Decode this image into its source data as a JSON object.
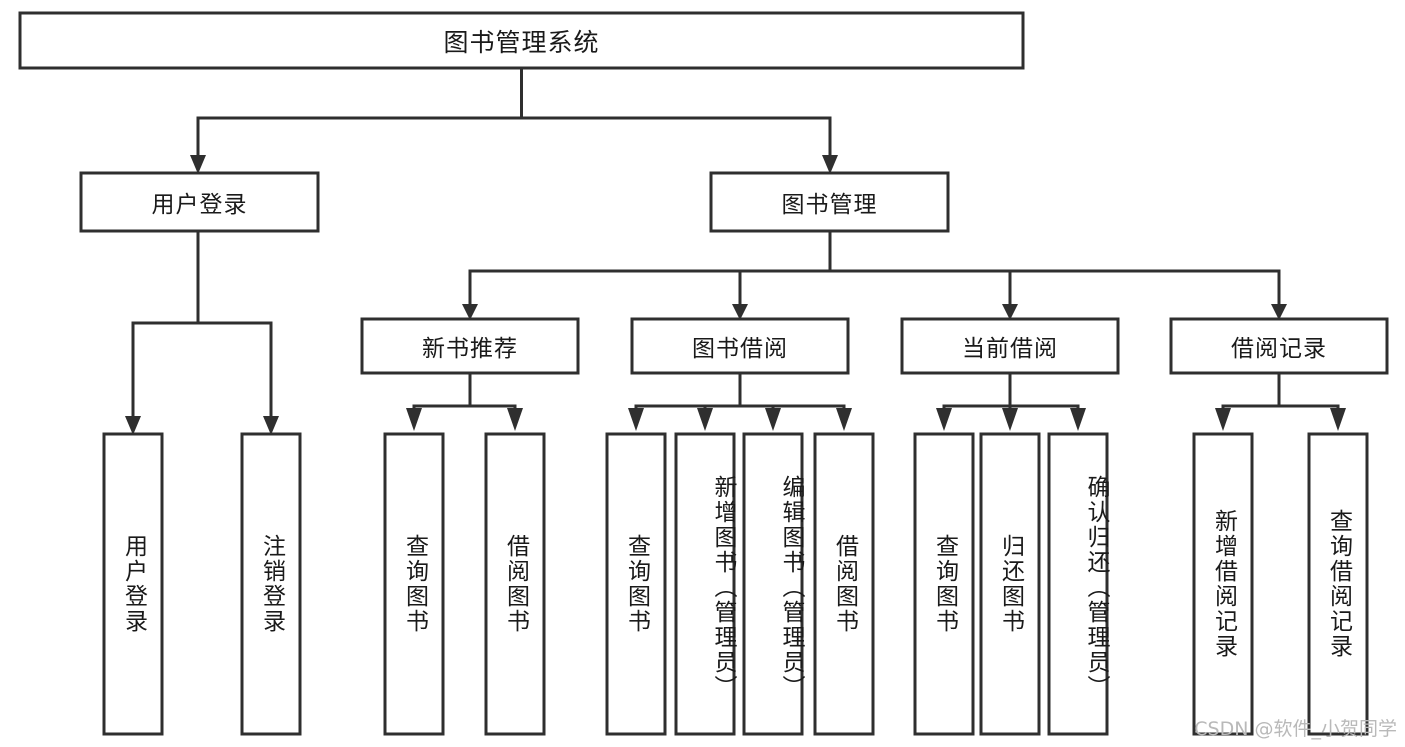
{
  "diagram": {
    "type": "hierarchy-tree",
    "title": "图书管理系统",
    "watermark": "CSDN @软件_小贺同学",
    "colors": {
      "box_stroke": "#2f2f2f",
      "box_fill": "#ffffff",
      "text": "#1a1a1a",
      "watermark": "#b9b9b9",
      "background": "#ffffff"
    },
    "levels": {
      "root": {
        "label": "图书管理系统",
        "orientation": "horizontal"
      },
      "level2": [
        {
          "label": "用户登录",
          "orientation": "horizontal"
        },
        {
          "label": "图书管理",
          "orientation": "horizontal"
        }
      ],
      "level3": [
        {
          "label": "新书推荐",
          "orientation": "horizontal"
        },
        {
          "label": "图书借阅",
          "orientation": "horizontal"
        },
        {
          "label": "当前借阅",
          "orientation": "horizontal"
        },
        {
          "label": "借阅记录",
          "orientation": "horizontal"
        }
      ],
      "leaves": {
        "user_login": [
          {
            "label": "用户登录",
            "orientation": "vertical"
          },
          {
            "label": "注销登录",
            "orientation": "vertical"
          }
        ],
        "new_book_recommend": [
          {
            "label": "查询图书",
            "orientation": "vertical"
          },
          {
            "label": "借阅图书",
            "orientation": "vertical"
          }
        ],
        "book_borrow": [
          {
            "label": "查询图书",
            "orientation": "vertical"
          },
          {
            "label": "新增图书（管理员）",
            "orientation": "vertical"
          },
          {
            "label": "编辑图书（管理员）",
            "orientation": "vertical"
          },
          {
            "label": "借阅图书",
            "orientation": "vertical"
          }
        ],
        "current_borrow": [
          {
            "label": "查询图书",
            "orientation": "vertical"
          },
          {
            "label": "归还图书",
            "orientation": "vertical"
          },
          {
            "label": "确认归还（管理员）",
            "orientation": "vertical"
          }
        ],
        "borrow_record": [
          {
            "label": "新增借阅记录",
            "orientation": "vertical"
          },
          {
            "label": "查询借阅记录",
            "orientation": "vertical"
          }
        ]
      }
    }
  }
}
